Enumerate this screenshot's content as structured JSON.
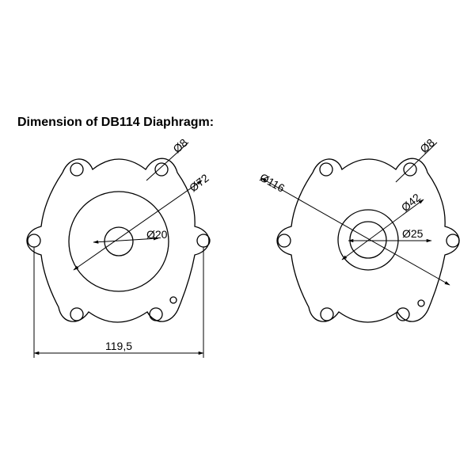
{
  "title": "Dimension of DB114 Diaphragm:",
  "left_view": {
    "hole_label": "Ø8",
    "outer_label": "Ø72",
    "center_label": "Ø20",
    "width_label": "119,5"
  },
  "right_view": {
    "hole_label": "Ø8",
    "outer_label": "Ø116",
    "ring_label": "Ø42",
    "center_label": "Ø25"
  },
  "colors": {
    "line": "#000000",
    "background": "#ffffff"
  }
}
